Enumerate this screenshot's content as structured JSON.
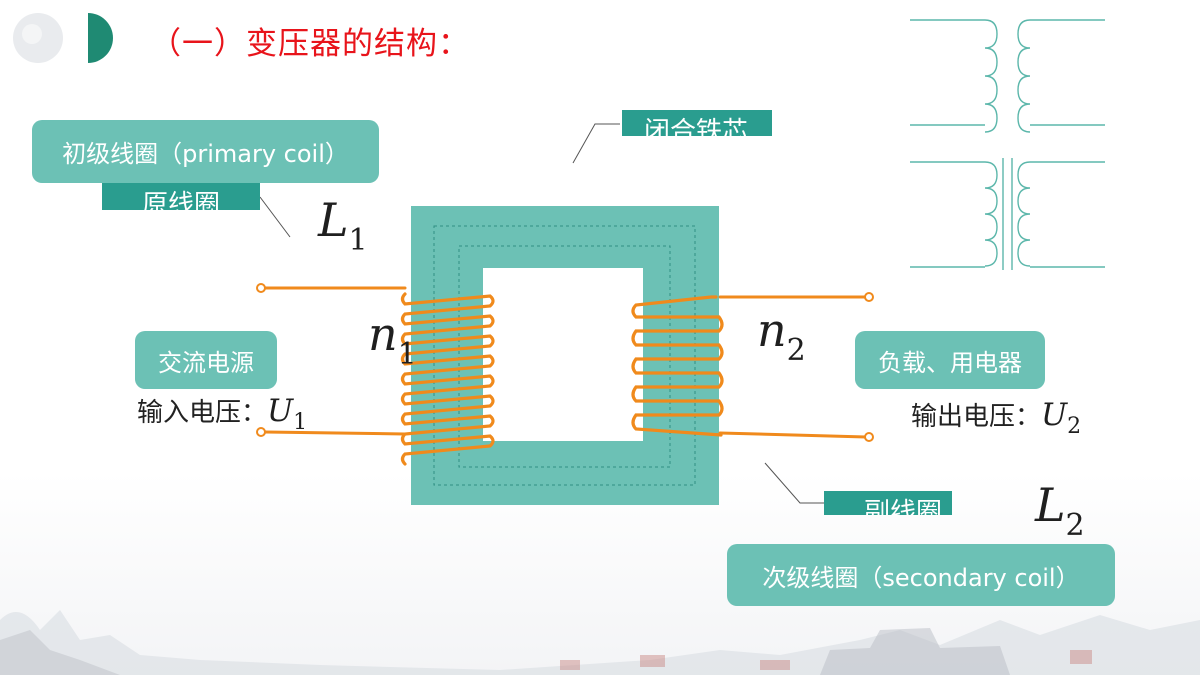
{
  "slide": {
    "title": "（一）变压器的结构："
  },
  "labels": {
    "primary_coil": "初级线圈（primary coil）",
    "primary_chinese": "原线圈",
    "closed_core": "闭合铁芯",
    "ac_source": "交流电源",
    "input_voltage": "输入电压：",
    "load": "负载、用电器",
    "output_voltage": "输出电压：",
    "secondary_chinese": "副线圈",
    "secondary_coil": "次级线圈（secondary coil）"
  },
  "symbols": {
    "L": "L",
    "n": "n",
    "U": "U",
    "sub1": "1",
    "sub2": "2"
  },
  "colors": {
    "title": "#e8141b",
    "core": "#6cc1b5",
    "coil": "#f08a1c",
    "label_bg": "#6cc1b5",
    "bar_bg": "#2a9d8f"
  }
}
